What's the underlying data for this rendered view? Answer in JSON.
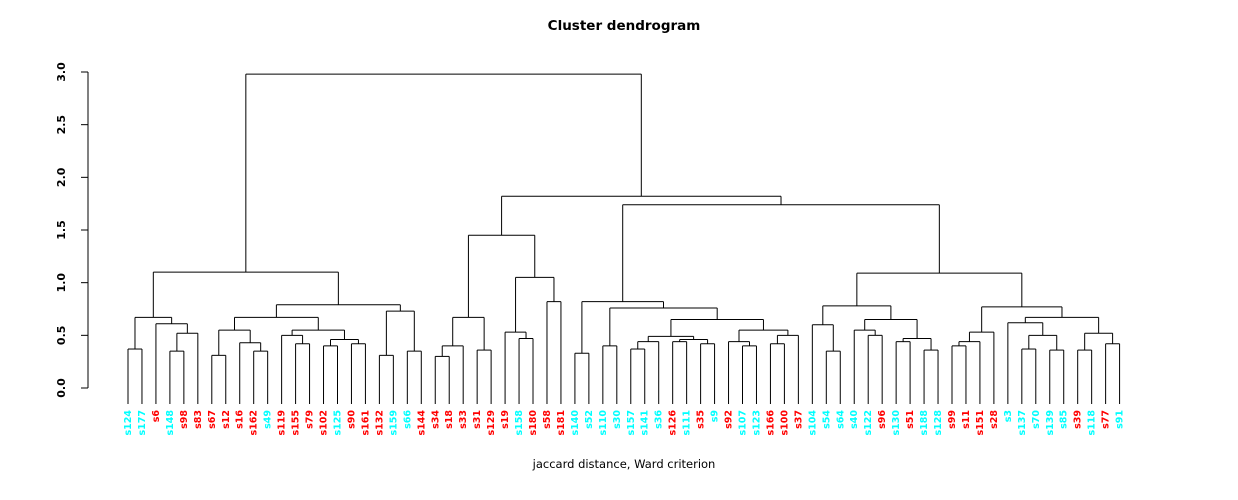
{
  "chart_data": {
    "type": "dendrogram",
    "title": "Cluster dendrogram",
    "xlabel": "jaccard distance, Ward criterion",
    "ylabel": "",
    "yticks": [
      0.0,
      0.5,
      1.0,
      1.5,
      2.0,
      2.5,
      3.0
    ],
    "ylim": [
      0,
      3
    ],
    "grid": false,
    "line_color": "#000000",
    "palette": {
      "red": "#FF0000",
      "cyan": "#00FFFF"
    },
    "leaves": [
      {
        "label": "s124",
        "color": "cyan"
      },
      {
        "label": "s177",
        "color": "cyan"
      },
      {
        "label": "s6",
        "color": "red"
      },
      {
        "label": "s148",
        "color": "cyan"
      },
      {
        "label": "s98",
        "color": "red"
      },
      {
        "label": "s83",
        "color": "red"
      },
      {
        "label": "s67",
        "color": "red"
      },
      {
        "label": "s12",
        "color": "red"
      },
      {
        "label": "s16",
        "color": "red"
      },
      {
        "label": "s162",
        "color": "red"
      },
      {
        "label": "s49",
        "color": "cyan"
      },
      {
        "label": "s119",
        "color": "red"
      },
      {
        "label": "s155",
        "color": "red"
      },
      {
        "label": "s79",
        "color": "red"
      },
      {
        "label": "s102",
        "color": "red"
      },
      {
        "label": "s125",
        "color": "cyan"
      },
      {
        "label": "s90",
        "color": "red"
      },
      {
        "label": "s161",
        "color": "red"
      },
      {
        "label": "s132",
        "color": "red"
      },
      {
        "label": "s159",
        "color": "cyan"
      },
      {
        "label": "s66",
        "color": "cyan"
      },
      {
        "label": "s144",
        "color": "red"
      },
      {
        "label": "s34",
        "color": "red"
      },
      {
        "label": "s18",
        "color": "red"
      },
      {
        "label": "s33",
        "color": "red"
      },
      {
        "label": "s31",
        "color": "red"
      },
      {
        "label": "s129",
        "color": "red"
      },
      {
        "label": "s19",
        "color": "red"
      },
      {
        "label": "s158",
        "color": "cyan"
      },
      {
        "label": "s180",
        "color": "red"
      },
      {
        "label": "s58",
        "color": "red"
      },
      {
        "label": "s181",
        "color": "red"
      },
      {
        "label": "s140",
        "color": "cyan"
      },
      {
        "label": "s52",
        "color": "cyan"
      },
      {
        "label": "s110",
        "color": "cyan"
      },
      {
        "label": "s30",
        "color": "cyan"
      },
      {
        "label": "s157",
        "color": "cyan"
      },
      {
        "label": "s141",
        "color": "cyan"
      },
      {
        "label": "s36",
        "color": "cyan"
      },
      {
        "label": "s126",
        "color": "red"
      },
      {
        "label": "s111",
        "color": "cyan"
      },
      {
        "label": "s35",
        "color": "red"
      },
      {
        "label": "s9",
        "color": "cyan"
      },
      {
        "label": "s92",
        "color": "red"
      },
      {
        "label": "s107",
        "color": "cyan"
      },
      {
        "label": "s123",
        "color": "cyan"
      },
      {
        "label": "s166",
        "color": "red"
      },
      {
        "label": "s100",
        "color": "red"
      },
      {
        "label": "s37",
        "color": "red"
      },
      {
        "label": "s104",
        "color": "cyan"
      },
      {
        "label": "s54",
        "color": "cyan"
      },
      {
        "label": "s64",
        "color": "cyan"
      },
      {
        "label": "s40",
        "color": "cyan"
      },
      {
        "label": "s122",
        "color": "cyan"
      },
      {
        "label": "s96",
        "color": "red"
      },
      {
        "label": "s130",
        "color": "cyan"
      },
      {
        "label": "s51",
        "color": "red"
      },
      {
        "label": "s188",
        "color": "cyan"
      },
      {
        "label": "s128",
        "color": "cyan"
      },
      {
        "label": "s99",
        "color": "red"
      },
      {
        "label": "s11",
        "color": "red"
      },
      {
        "label": "s151",
        "color": "red"
      },
      {
        "label": "s28",
        "color": "red"
      },
      {
        "label": "s3",
        "color": "cyan"
      },
      {
        "label": "s137",
        "color": "cyan"
      },
      {
        "label": "s70",
        "color": "cyan"
      },
      {
        "label": "s139",
        "color": "cyan"
      },
      {
        "label": "s85",
        "color": "cyan"
      },
      {
        "label": "s39",
        "color": "red"
      },
      {
        "label": "s118",
        "color": "cyan"
      },
      {
        "label": "s77",
        "color": "red"
      },
      {
        "label": "s91",
        "color": "cyan"
      }
    ],
    "tree": {
      "h": 2.98,
      "c": [
        {
          "h": 1.1,
          "c": [
            {
              "h": 0.67,
              "c": [
                {
                  "h": 0.37,
                  "c": [
                    "s124",
                    "s177"
                  ]
                },
                {
                  "h": 0.61,
                  "c": [
                    "s6",
                    {
                      "h": 0.52,
                      "c": [
                        {
                          "h": 0.35,
                          "c": [
                            "s148",
                            "s98"
                          ]
                        },
                        "s83"
                      ]
                    }
                  ]
                }
              ]
            },
            {
              "h": 0.79,
              "c": [
                {
                  "h": 0.67,
                  "c": [
                    {
                      "h": 0.55,
                      "c": [
                        {
                          "h": 0.31,
                          "c": [
                            "s67",
                            "s12"
                          ]
                        },
                        {
                          "h": 0.43,
                          "c": [
                            "s16",
                            {
                              "h": 0.35,
                              "c": [
                                "s162",
                                "s49"
                              ]
                            }
                          ]
                        }
                      ]
                    },
                    {
                      "h": 0.55,
                      "c": [
                        {
                          "h": 0.5,
                          "c": [
                            "s119",
                            {
                              "h": 0.42,
                              "c": [
                                "s155",
                                "s79"
                              ]
                            }
                          ]
                        },
                        {
                          "h": 0.46,
                          "c": [
                            {
                              "h": 0.4,
                              "c": [
                                "s102",
                                "s125"
                              ]
                            },
                            {
                              "h": 0.42,
                              "c": [
                                "s90",
                                "s161"
                              ]
                            }
                          ]
                        }
                      ]
                    }
                  ]
                },
                {
                  "h": 0.73,
                  "c": [
                    {
                      "h": 0.31,
                      "c": [
                        "s132",
                        "s159"
                      ]
                    },
                    {
                      "h": 0.35,
                      "c": [
                        "s66",
                        "s144"
                      ]
                    }
                  ]
                }
              ]
            }
          ]
        },
        {
          "h": 1.82,
          "c": [
            {
              "h": 1.45,
              "c": [
                {
                  "h": 0.67,
                  "c": [
                    {
                      "h": 0.4,
                      "c": [
                        {
                          "h": 0.3,
                          "c": [
                            "s34",
                            "s18"
                          ]
                        },
                        "s33"
                      ]
                    },
                    {
                      "h": 0.36,
                      "c": [
                        "s31",
                        "s129"
                      ]
                    }
                  ]
                },
                {
                  "h": 1.05,
                  "c": [
                    {
                      "h": 0.53,
                      "c": [
                        "s19",
                        {
                          "h": 0.47,
                          "c": [
                            "s158",
                            "s180"
                          ]
                        }
                      ]
                    },
                    {
                      "h": 0.82,
                      "c": [
                        "s58",
                        "s181"
                      ]
                    }
                  ]
                }
              ]
            },
            {
              "h": 1.74,
              "c": [
                {
                  "h": 0.82,
                  "c": [
                    {
                      "h": 0.33,
                      "c": [
                        "s140",
                        "s52"
                      ]
                    },
                    {
                      "h": 0.76,
                      "c": [
                        {
                          "h": 0.4,
                          "c": [
                            "s110",
                            "s30"
                          ]
                        },
                        {
                          "h": 0.65,
                          "c": [
                            {
                              "h": 0.49,
                              "c": [
                                {
                                  "h": 0.44,
                                  "c": [
                                    {
                                      "h": 0.37,
                                      "c": [
                                        "s157",
                                        "s141"
                                      ]
                                    },
                                    "s36"
                                  ]
                                },
                                {
                                  "h": 0.46,
                                  "c": [
                                    {
                                      "h": 0.44,
                                      "c": [
                                        "s126",
                                        "s111"
                                      ]
                                    },
                                    {
                                      "h": 0.42,
                                      "c": [
                                        "s35",
                                        "s9"
                                      ]
                                    }
                                  ]
                                }
                              ]
                            },
                            {
                              "h": 0.55,
                              "c": [
                                {
                                  "h": 0.44,
                                  "c": [
                                    "s92",
                                    {
                                      "h": 0.4,
                                      "c": [
                                        "s107",
                                        "s123"
                                      ]
                                    }
                                  ]
                                },
                                {
                                  "h": 0.5,
                                  "c": [
                                    {
                                      "h": 0.42,
                                      "c": [
                                        "s166",
                                        "s100"
                                      ]
                                    },
                                    "s37"
                                  ]
                                }
                              ]
                            }
                          ]
                        }
                      ]
                    }
                  ]
                },
                {
                  "h": 1.09,
                  "c": [
                    {
                      "h": 0.78,
                      "c": [
                        {
                          "h": 0.6,
                          "c": [
                            "s104",
                            {
                              "h": 0.35,
                              "c": [
                                "s54",
                                "s64"
                              ]
                            }
                          ]
                        },
                        {
                          "h": 0.65,
                          "c": [
                            {
                              "h": 0.55,
                              "c": [
                                "s40",
                                {
                                  "h": 0.5,
                                  "c": [
                                    "s122",
                                    "s96"
                                  ]
                                }
                              ]
                            },
                            {
                              "h": 0.47,
                              "c": [
                                {
                                  "h": 0.44,
                                  "c": [
                                    "s130",
                                    "s51"
                                  ]
                                },
                                {
                                  "h": 0.36,
                                  "c": [
                                    "s188",
                                    "s128"
                                  ]
                                }
                              ]
                            }
                          ]
                        }
                      ]
                    },
                    {
                      "h": 0.77,
                      "c": [
                        {
                          "h": 0.53,
                          "c": [
                            {
                              "h": 0.44,
                              "c": [
                                {
                                  "h": 0.4,
                                  "c": [
                                    "s99",
                                    "s11"
                                  ]
                                },
                                "s151"
                              ]
                            },
                            "s28"
                          ]
                        },
                        {
                          "h": 0.67,
                          "c": [
                            {
                              "h": 0.62,
                              "c": [
                                "s3",
                                {
                                  "h": 0.5,
                                  "c": [
                                    {
                                      "h": 0.37,
                                      "c": [
                                        "s137",
                                        "s70"
                                      ]
                                    },
                                    {
                                      "h": 0.36,
                                      "c": [
                                        "s139",
                                        "s85"
                                      ]
                                    }
                                  ]
                                }
                              ]
                            },
                            {
                              "h": 0.52,
                              "c": [
                                {
                                  "h": 0.36,
                                  "c": [
                                    "s39",
                                    "s118"
                                  ]
                                },
                                {
                                  "h": 0.42,
                                  "c": [
                                    "s77",
                                    "s91"
                                  ]
                                }
                              ]
                            }
                          ]
                        }
                      ]
                    }
                  ]
                }
              ]
            }
          ]
        }
      ]
    }
  }
}
